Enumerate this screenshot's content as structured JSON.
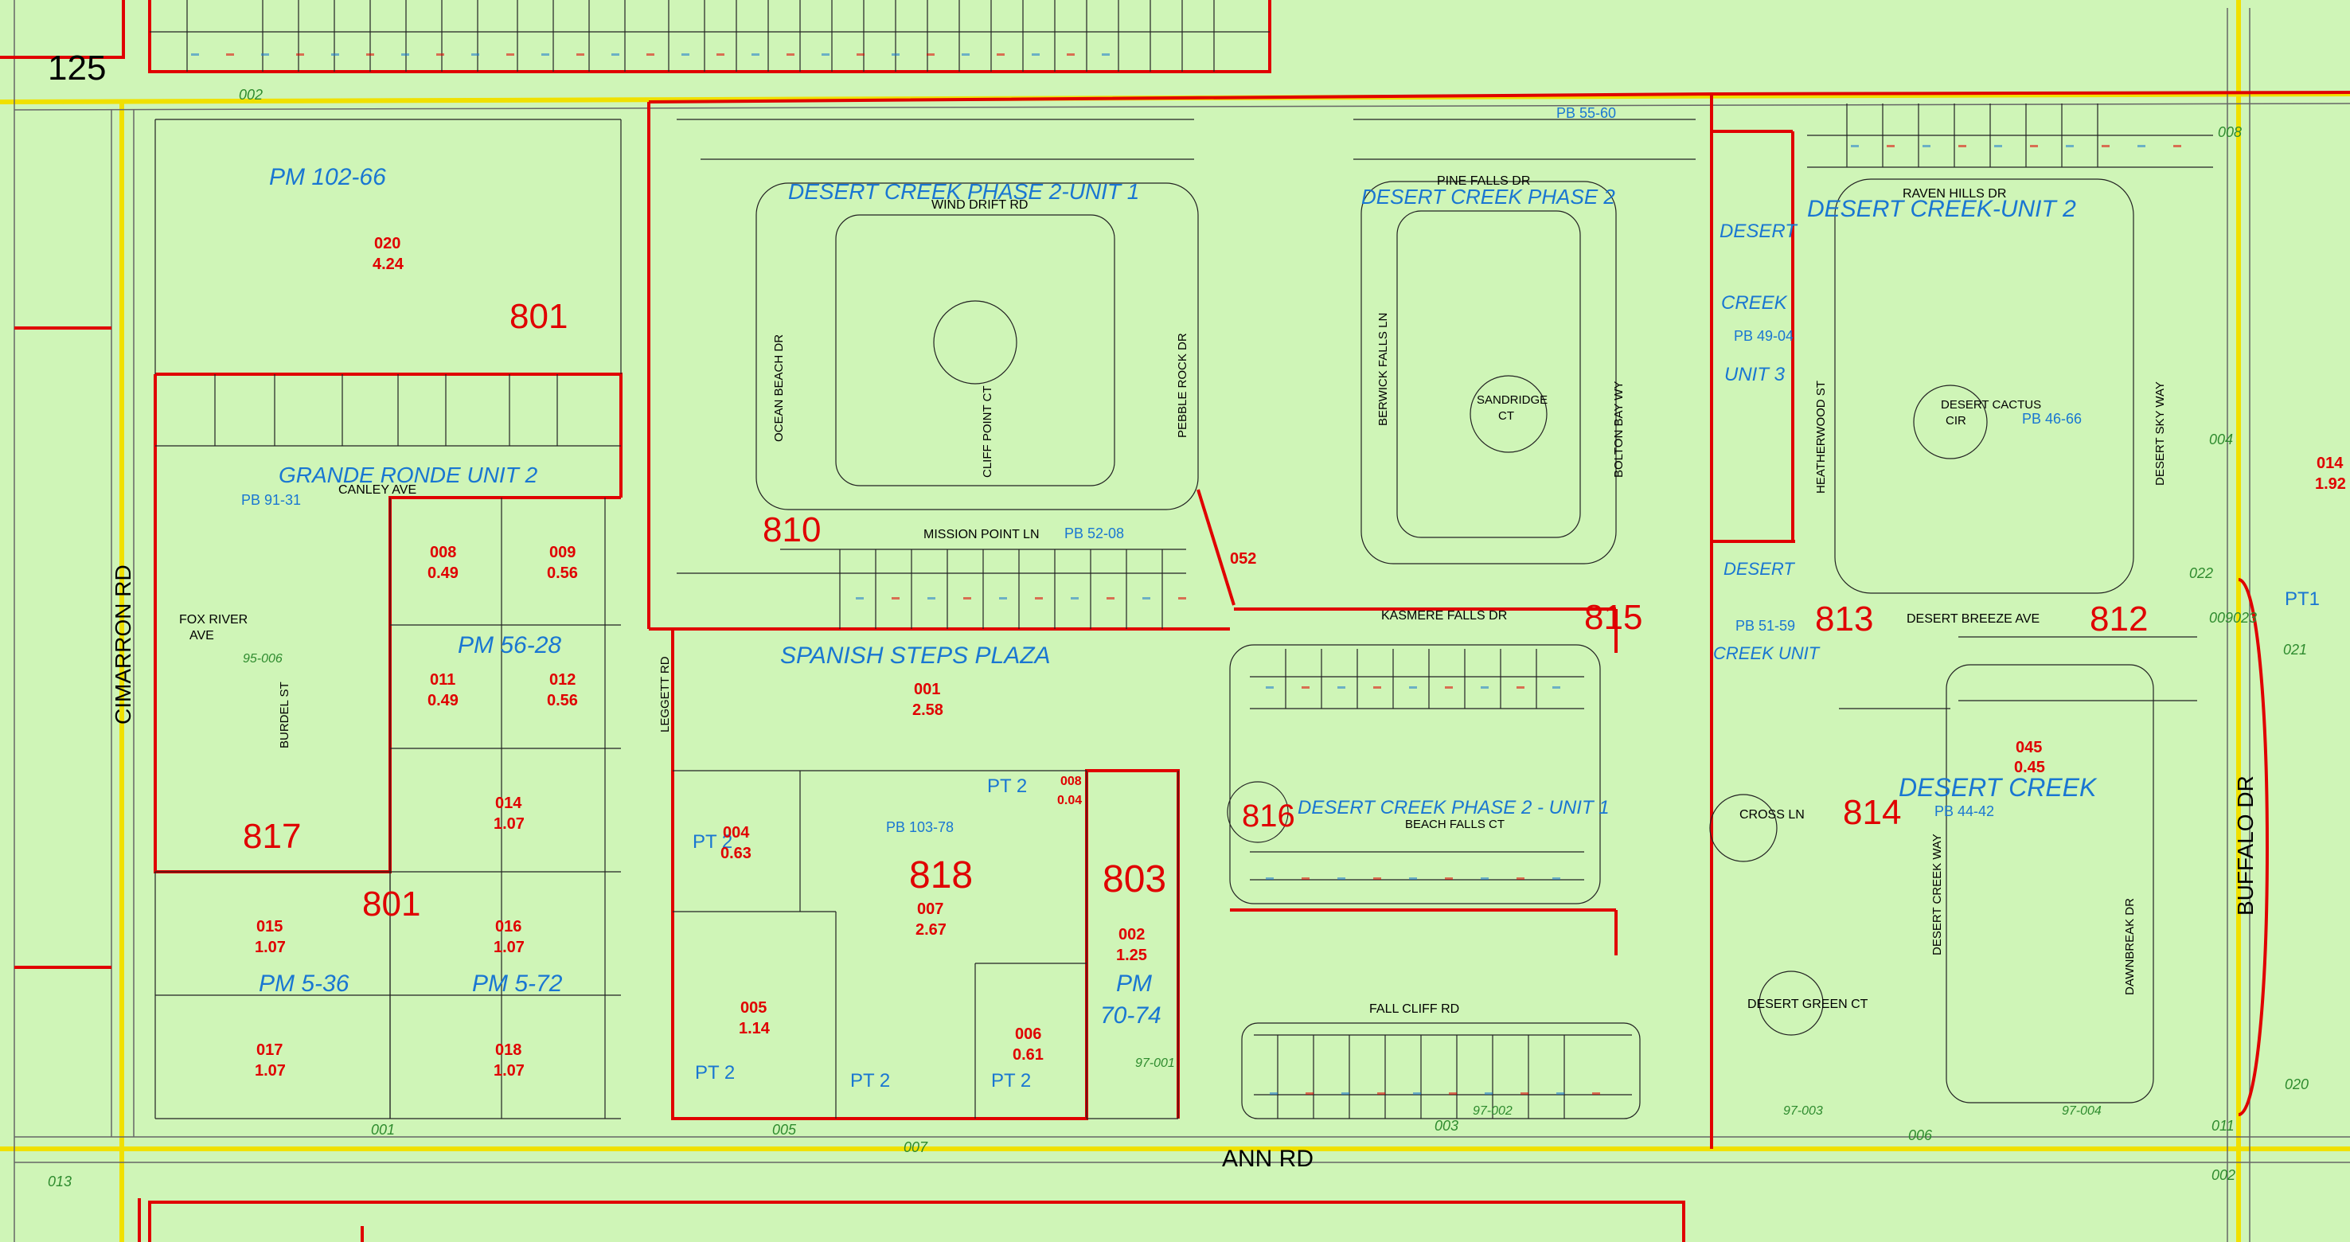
{
  "roads": {
    "ann_rd": "ANN RD",
    "cimarron_rd": "CIMARRON RD",
    "buffalo_dr": "BUFFALO DR",
    "pine_falls_dr": "PINE FALLS DR",
    "raven_hills_dr": "RAVEN HILLS DR",
    "wind_drift_rd": "WIND DRIFT RD",
    "canley_ave": "CANLEY AVE",
    "mission_point_ln": "MISSION POINT LN",
    "kasmere_falls_dr": "KASMERE FALLS DR",
    "desert_breeze_ave": "DESERT BREEZE AVE",
    "beach_falls_ct": "BEACH FALLS CT",
    "fall_cliff_rd": "FALL CLIFF RD",
    "desert_green_ct": "DESERT GREEN CT",
    "cross_ln": "CROSS LN",
    "ocean_beach_dr": "OCEAN BEACH DR",
    "cliff_point_ct": "CLIFF POINT CT",
    "pebble_rock_dr": "PEBBLE ROCK DR",
    "berwick_falls_ln": "BERWICK FALLS LN",
    "bolton_bay_wy": "BOLTON BAY WY",
    "heatherwood_st": "HEATHERWOOD ST",
    "desert_sky_way": "DESERT SKY WAY",
    "desert_creek_way": "DESERT CREEK WAY",
    "dawnbreak_dr": "DAWNBREAK DR",
    "burdel_st": "BURDEL ST",
    "leggett_rd": "LEGGETT RD",
    "fox_river_ave_1": "FOX RIVER",
    "fox_river_ave_2": "AVE",
    "sandridge_1": "SANDRIDGE",
    "sandridge_2": "CT",
    "desert_cactus_1": "DESERT CACTUS",
    "desert_cactus_2": "CIR"
  },
  "subdivisions": {
    "grande_ronde": "GRANDE RONDE UNIT 2",
    "dc_phase2_unit1": "DESERT CREEK PHASE 2-UNIT 1",
    "dc_phase2": "DESERT CREEK PHASE 2",
    "dc_unit2": "DESERT CREEK-UNIT 2",
    "spanish_steps": "SPANISH STEPS PLAZA",
    "dc_phase2_unit": "DESERT CREEK PHASE 2 - UNIT 1",
    "desert_creek": "DESERT CREEK",
    "desert_creek_unit3_1": "DESERT",
    "desert_creek_unit3_2": "CREEK",
    "desert_creek_unit3_3": "UNIT 3",
    "creek_unit": "CREEK UNIT",
    "desert_small": "DESERT"
  },
  "plat_refs": {
    "pm_102_66": "PM 102-66",
    "pm_56_28": "PM 56-28",
    "pm_5_36": "PM 5-36",
    "pm_5_72": "PM 5-72",
    "pm_70_74_1": "PM",
    "pm_70_74_2": "70-74",
    "pb_91_31": "PB 91-31",
    "pb_52_08": "PB 52-08",
    "pb_103_78": "PB 103-78",
    "pb_55_60": "PB 55-60",
    "pb_49_04": "PB 49-04",
    "pb_46_66": "PB 46-66",
    "pb_51_59": "PB 51-59",
    "pb_44_42": "PB 44-42",
    "pt1": "PT1",
    "pt2": "PT 2"
  },
  "blocks": [
    "125",
    "801",
    "801",
    "810",
    "815",
    "813",
    "812",
    "816",
    "817",
    "818",
    "814",
    "803"
  ],
  "parcels": [
    {
      "id": "020",
      "acres": "4.24"
    },
    {
      "id": "008",
      "acres": "0.49"
    },
    {
      "id": "009",
      "acres": "0.56"
    },
    {
      "id": "011",
      "acres": "0.49"
    },
    {
      "id": "012",
      "acres": "0.56"
    },
    {
      "id": "014",
      "acres": "1.07"
    },
    {
      "id": "015",
      "acres": "1.07"
    },
    {
      "id": "016",
      "acres": "1.07"
    },
    {
      "id": "017",
      "acres": "1.07"
    },
    {
      "id": "018",
      "acres": "1.07"
    },
    {
      "id": "001",
      "acres": "2.58"
    },
    {
      "id": "004",
      "acres": "0.63"
    },
    {
      "id": "007",
      "acres": "2.67"
    },
    {
      "id": "005",
      "acres": "1.14"
    },
    {
      "id": "006",
      "acres": "0.61"
    },
    {
      "id": "002",
      "acres": "1.25"
    },
    {
      "id": "052",
      "acres": ""
    },
    {
      "id": "045",
      "acres": "0.45"
    },
    {
      "id": "014",
      "acres": "1.92"
    },
    {
      "id": "008",
      "acres": "0.04"
    }
  ],
  "tract_numbers": {
    "t002_top": "002",
    "t001": "001",
    "t005": "005",
    "t007": "007",
    "t003": "003",
    "t006": "006",
    "t97_001": "97-001",
    "t97_002": "97-002",
    "t97_003": "97-003",
    "t97_004": "97-004",
    "t004": "004",
    "t009023": "009023",
    "t022": "022",
    "t021": "021",
    "t011": "011",
    "t002r": "002",
    "t020": "020",
    "t013": "013",
    "t95_006": "95-006",
    "t008": "008"
  },
  "colors": {
    "bg": "#cff5b7",
    "boundary": "#e00000",
    "road_edge": "#f0e000",
    "text_blue": "#1976d2",
    "text_red": "#e00000"
  }
}
